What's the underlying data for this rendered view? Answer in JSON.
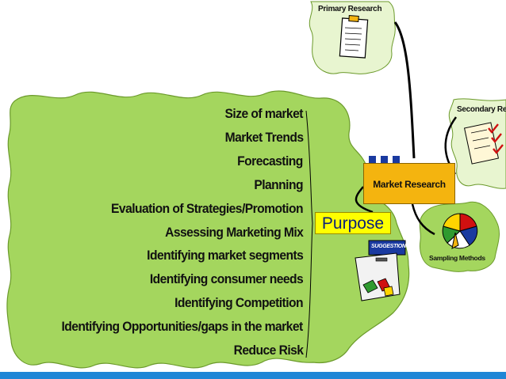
{
  "center": {
    "label": "Market Research"
  },
  "branches": {
    "purpose": "Purpose",
    "primary": "Primary Research",
    "secondary": "Secondary Resea",
    "sampling": "Sampling Methods"
  },
  "purpose_items": [
    "Size of market",
    "Market Trends",
    "Forecasting",
    "Planning",
    "Evaluation of Strategies/Promotion",
    "Assessing Marketing Mix",
    "Identifying market segments",
    "Identifying consumer needs",
    "Identifying Competition",
    "Identifying Opportunities/gaps in the market",
    "Reduce Risk"
  ],
  "suggestion_label": "SUGGESTION",
  "colors": {
    "cloud_fill": "#a4d65e",
    "cloud_fill_light": "#e8f5d0",
    "box_fill": "#f4b40f",
    "purpose_fill": "#ffff00",
    "purpose_text": "#0a1f7a",
    "bottom_bar": "#1f86d6"
  },
  "icons": [
    "clipboard-icon",
    "checklist-icon",
    "pie-chart-icon",
    "suggestion-box-icon"
  ]
}
